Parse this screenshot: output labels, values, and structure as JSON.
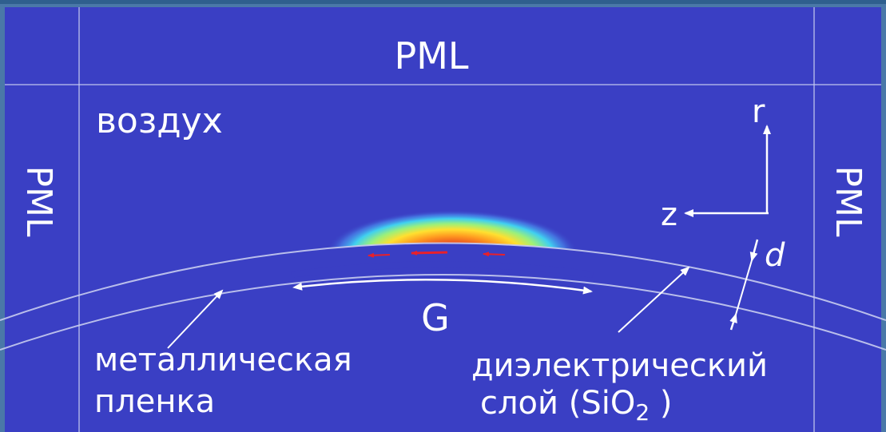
{
  "labels": {
    "pml_top": "PML",
    "pml_left": "PML",
    "pml_right": "PML",
    "air": "воздух",
    "axis_r": "r",
    "axis_z": "z",
    "thickness": "d",
    "gap": "G",
    "metal_line1": "металлическая",
    "metal_line2": "пленка",
    "dielectric_line1": "диэлектрический",
    "dielectric_line2_prefix": "слой (SiO",
    "dielectric_line2_sub": "2",
    "dielectric_line2_suffix": " )"
  },
  "colors": {
    "frame": "#4a78a8",
    "domain": "#3a3fc4",
    "boundary": "#c8ccf0",
    "arrow": "#ffffff",
    "field_hot": "#c8201a",
    "field_warm": "#ffd400",
    "field_cool": "#40c0ff"
  }
}
